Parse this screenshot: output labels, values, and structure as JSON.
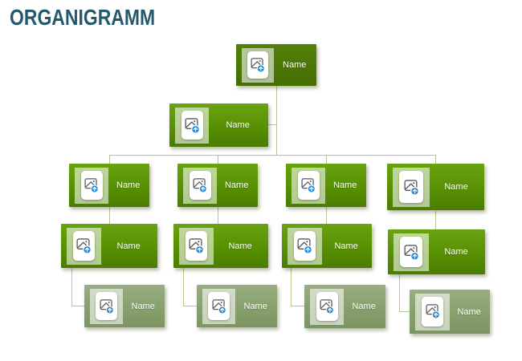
{
  "title": "ORGANIGRAMM",
  "colors": {
    "title": "#24596b",
    "node-dark-top": "#53810a",
    "node-dark-bottom": "#456e03",
    "node-bright-top": "#69a311",
    "node-bright-bottom": "#4b7c01",
    "node-sage-top": "#98ae82",
    "node-sage-bottom": "#7b9463",
    "connector": "#b6c492",
    "icon-blue": "#1d86d8",
    "icon-gray": "#595959"
  },
  "icon": {
    "name": "insert-picture-upload-icon"
  },
  "nodes": {
    "root": {
      "label": "Name"
    },
    "deputy": {
      "label": "Name"
    },
    "branch1": {
      "label": "Name"
    },
    "branch2": {
      "label": "Name"
    },
    "branch3": {
      "label": "Name"
    },
    "branch4": {
      "label": "Name"
    },
    "mid1": {
      "label": "Name"
    },
    "mid2": {
      "label": "Name"
    },
    "mid3": {
      "label": "Name"
    },
    "mid4": {
      "label": "Name"
    },
    "sub1": {
      "label": "Name"
    },
    "sub2": {
      "label": "Name"
    },
    "sub3": {
      "label": "Name"
    },
    "sub4": {
      "label": "Name"
    }
  },
  "structure": {
    "root": {
      "assistant": "deputy",
      "children": [
        "branch1",
        "branch2",
        "branch3",
        "branch4"
      ]
    },
    "branch1": {
      "children": [
        "mid1"
      ]
    },
    "branch2": {
      "children": [
        "mid2"
      ]
    },
    "branch3": {
      "children": [
        "mid3"
      ]
    },
    "branch4": {
      "children": [
        "mid4"
      ]
    },
    "mid1": {
      "children": [
        "sub1"
      ]
    },
    "mid2": {
      "children": [
        "sub2"
      ]
    },
    "mid3": {
      "children": [
        "sub3"
      ]
    },
    "mid4": {
      "children": [
        "sub4"
      ]
    }
  }
}
